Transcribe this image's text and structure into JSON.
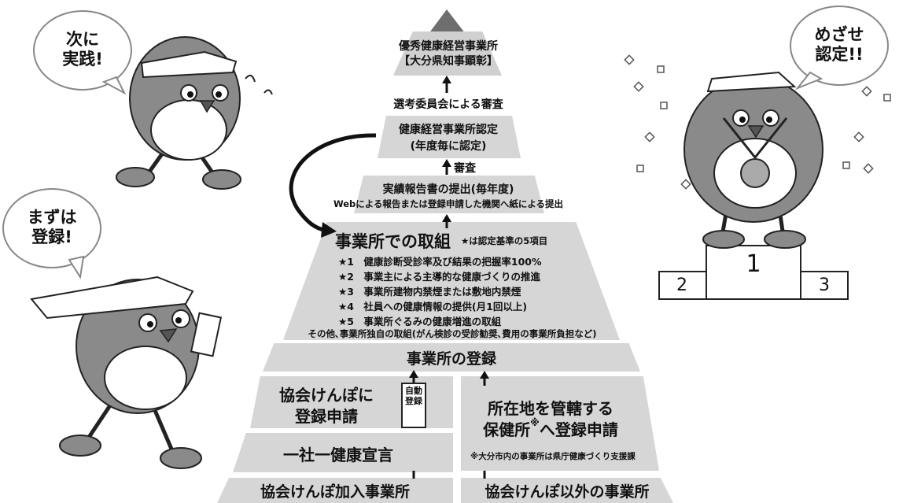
{
  "top_box": {
    "line1": "優秀健康経営事業所",
    "line2": "【大分県知事顕彰】"
  },
  "selection_label": "選考委員会による審査",
  "certified": {
    "line1": "健康経営事業所認定",
    "line2": "(年度毎に認定)"
  },
  "review_label": "審査",
  "report": {
    "line1": "実績報告書の提出(毎年度)",
    "line2": "Webによる報告または登録申請した機関へ紙による提出"
  },
  "efforts": {
    "title": "事業所での取組",
    "note": "★は認定基準の5項目",
    "items": [
      "★1　健康診断受診率及び結果の把握率100%",
      "★2　事業主による主導的な健康づくりの推進",
      "★3　事業所建物内禁煙または敷地内禁煙",
      "★4　社員への健康情報の提供(月1回以上)",
      "★5　事業所ぐるみの健康増進の取組"
    ],
    "other": "その他､事業所独自の取組(がん検診の受診勧奨､費用の事業所負担など)"
  },
  "registration": "事業所の登録",
  "kyokai_register": {
    "line1": "協会けんぽに",
    "line2": "登録申請"
  },
  "auto_register": "自動登録",
  "health_center": {
    "line1": "所在地を管轄する",
    "line2_main": "保健所",
    "line2_mark": "※",
    "line2_end": "へ登録申請"
  },
  "declaration": "一社一健康宣言",
  "oita_note": "※大分市内の事業所は県庁健康づくり支援課",
  "kyokai_member": "協会けんぽ加入事業所",
  "non_kyokai": "協会けんぽ以外の事業所",
  "bubbles": {
    "next": {
      "line1": "次に",
      "line2": "実践!"
    },
    "first": {
      "line1": "まずは",
      "line2": "登録!"
    },
    "aim": {
      "line1": "めざせ",
      "line2": "認定!!"
    }
  },
  "podium": {
    "first": "1",
    "second": "2",
    "third": "3"
  },
  "colors": {
    "block": "#d6d6d6",
    "apex": "#6e6e6e",
    "bird_body": "#8a8a8a",
    "bird_belly": "#ffffff"
  }
}
